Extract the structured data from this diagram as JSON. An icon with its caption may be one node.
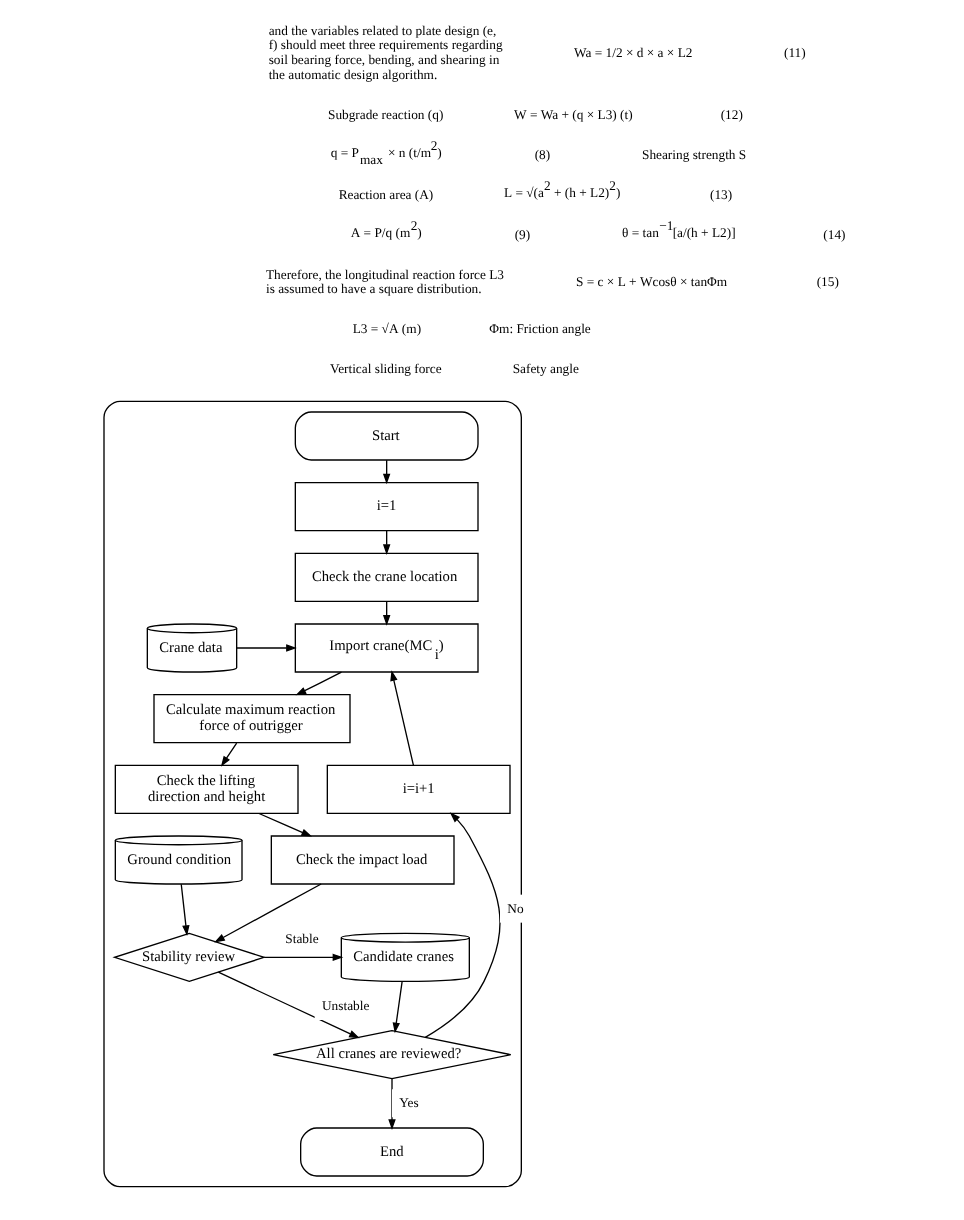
{
  "diagram": {
    "nodes": [
      {
        "text": [],
        "shape": "box"
      },
      {
        "text": [
          "Start"
        ],
        "in": 0
      },
      {
        "text": [
          "i=1"
        ],
        "in": 0
      },
      {
        "text": [
          "Check the crane location"
        ],
        "in": 0
      },
      {
        "text": [
          "Import crane(MC$_{i}$)"
        ],
        "in": 0
      },
      {
        "text": [
          "Crane data"
        ],
        "in": 0
      },
      {
        "text": [
          "Calculate maximum reaction force of outrigger"
        ],
        "in": 0
      },
      {
        "text": [
          "Check the lifting direction and height"
        ],
        "in": 0
      },
      {
        "text": [
          "i=i+1"
        ],
        "in": 0
      },
      {
        "text": [
          "Check the impact load"
        ],
        "in": 0
      },
      {
        "text": [
          "Ground condition"
        ],
        "in": 0
      },
      {
        "text": [
          "Stability review"
        ],
        "in": 0
      },
      {
        "text": [
          "Candidate cranes"
        ],
        "in": 0
      },
      {
        "text": [
          "All cranes are reviewed?"
        ],
        "in": 0
      },
      {
        "text": [
          "End"
        ],
        "in": 0
      }
    ],
    "edges": [
      {
        "from": 1,
        "to": 2,
        "arrow": "to"
      },
      {
        "from": 2,
        "to": 3,
        "arrow": "to"
      },
      {
        "from": 3,
        "to": 4,
        "arrow": "to"
      },
      {
        "from": 5,
        "to": 4,
        "arrow": "to"
      },
      {
        "from": 4,
        "to": 6,
        "arrow": "to"
      },
      {
        "from": 6,
        "to": 7,
        "arrow": "to"
      },
      {
        "from": 7,
        "to": 9,
        "arrow": "to"
      },
      {
        "from": 9,
        "to": 11,
        "arrow": "to"
      },
      {
        "from": 10,
        "to": 11,
        "arrow": "to"
      },
      {
        "from": 11,
        "to": 12,
        "arrow": "to",
        "label": "Stable"
      },
      {
        "from": 11,
        "to": 13,
        "arrow": "to",
        "label": "Unstable"
      },
      {
        "from": 12,
        "to": 13,
        "arrow": "to"
      },
      {
        "from": 13,
        "to": 8,
        "arrow": "to",
        "label": "No"
      },
      {
        "from": 8,
        "to": 4,
        "arrow": "to"
      },
      {
        "from": 13,
        "to": 14,
        "arrow": "to",
        "label": "Yes"
      }
    ],
    "labels": [
      "and the variables related to plate design (e, f) should meet three requirements regarding soil bearing force, bending, and shearing in the automatic design algorithm.",
      "Subgrade reaction (q)",
      "q = P$_{max}$ × n (t/m$^{2}$)",
      "(8)",
      "Reaction area (A)",
      "A = P/q (m$^{2}$)",
      "(9)",
      "Therefore, the longitudinal reaction force L3 is assumed to have a square distribution.",
      "L3 = √A (m)",
      "Vertical sliding force",
      "Wa = 1/2 × d × a × L2",
      "(11)",
      "W = Wa + (q × L3) (t)",
      "(12)",
      "Shearing strength S",
      "L = √(a$^{2}$ + (h + L2)$^{2}$)",
      "(13)",
      "θ = tan$^{−1}$[a/(h + L2)]",
      "(14)",
      "S = c × L + Wcosθ × tanΦm",
      "(15)",
      "Φm: Friction angle",
      "Safety angle"
    ]
  }
}
